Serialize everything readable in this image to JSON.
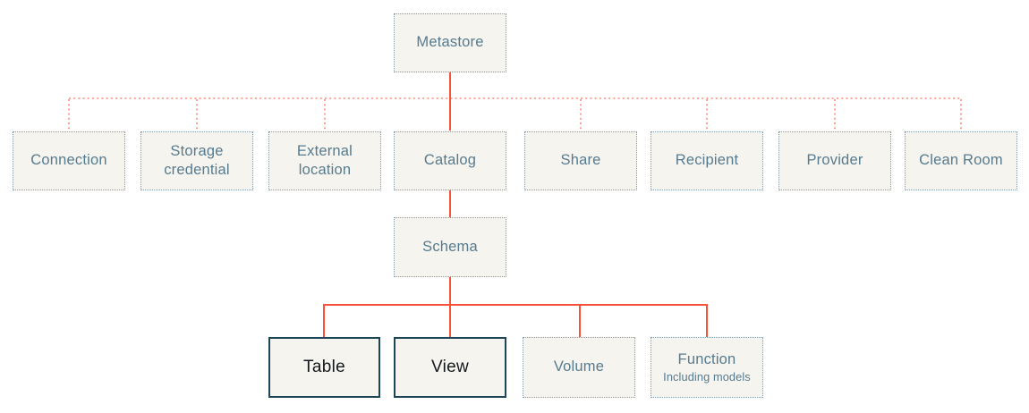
{
  "colors": {
    "box_fill": "#f6f4ef",
    "dotted_border": "#8099a9",
    "node_text": "#567b8f",
    "solid_border": "#1c4658",
    "emph_text": "#13181c",
    "connector_solid": "#fb5138",
    "connector_dotted": "#fb8a76"
  },
  "nodes": {
    "metastore": {
      "label": "Metastore"
    },
    "connection": {
      "label": "Connection"
    },
    "storage_credential": {
      "label": "Storage credential"
    },
    "external_location": {
      "label": "External location"
    },
    "catalog": {
      "label": "Catalog"
    },
    "share": {
      "label": "Share"
    },
    "recipient": {
      "label": "Recipient"
    },
    "provider": {
      "label": "Provider"
    },
    "clean_room": {
      "label": "Clean Room"
    },
    "schema": {
      "label": "Schema"
    },
    "table": {
      "label": "Table"
    },
    "view": {
      "label": "View"
    },
    "volume": {
      "label": "Volume"
    },
    "function": {
      "label": "Function",
      "sublabel": "Including models"
    }
  },
  "hierarchy": {
    "metastore": [
      "connection",
      "storage_credential",
      "external_location",
      "catalog",
      "share",
      "recipient",
      "provider",
      "clean_room"
    ],
    "catalog": [
      "schema"
    ],
    "schema": [
      "table",
      "view",
      "volume",
      "function"
    ]
  }
}
